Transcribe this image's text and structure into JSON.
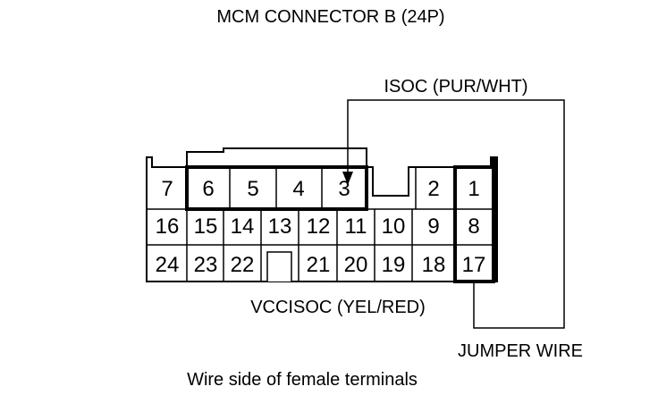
{
  "title": "MCM CONNECTOR B (24P)",
  "labels": {
    "isoc": "ISOC (PUR/WHT)",
    "vccisoc": "VCCISOC (YEL/RED)",
    "jumper": "JUMPER WIRE",
    "caption": "Wire side of female terminals"
  },
  "rows": [
    [
      "7",
      "6",
      "5",
      "4",
      "3",
      "",
      "2",
      "1"
    ],
    [
      "16",
      "15",
      "14",
      "13",
      "12",
      "11",
      "10",
      "9",
      "8"
    ],
    [
      "24",
      "23",
      "22",
      "",
      "21",
      "20",
      "19",
      "18",
      "17"
    ]
  ],
  "colors": {
    "line": "#000000",
    "background": "#ffffff"
  }
}
